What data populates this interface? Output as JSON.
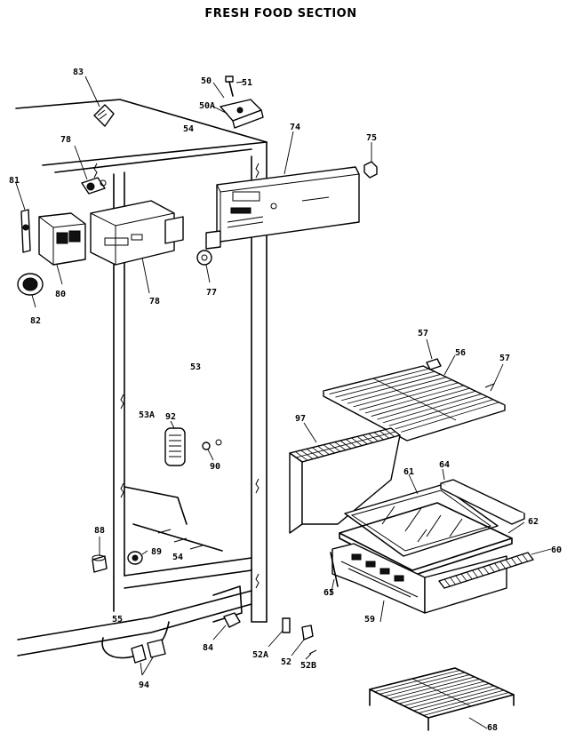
{
  "title": "FRESH FOOD SECTION",
  "labels": {
    "l83": "83",
    "l50": "50",
    "l51": "51",
    "l50a": "50A",
    "l74": "74",
    "l75": "75",
    "l54a": "54",
    "l78a": "78",
    "l81": "81",
    "l80": "80",
    "l78b": "78",
    "l77": "77",
    "l82a": "82",
    "l53": "53",
    "l57a": "57",
    "l56": "56",
    "l57b": "57",
    "l53a": "53A",
    "l92": "92",
    "l97": "97",
    "l90": "90",
    "l64": "64",
    "l61": "61",
    "l62": "62",
    "l60": "60",
    "l88": "88",
    "l89": "89",
    "l54b": "54",
    "l65": "65",
    "l55": "55",
    "l59": "59",
    "l84": "84",
    "l52a": "52A",
    "l52": "52",
    "l52b": "52B",
    "l94": "94",
    "l68": "68"
  }
}
